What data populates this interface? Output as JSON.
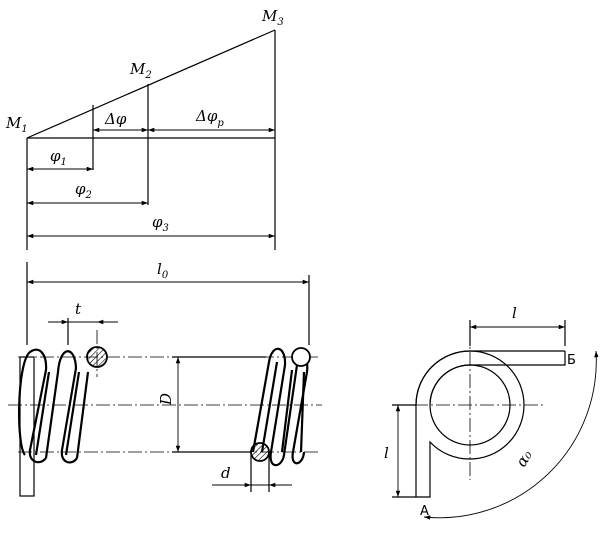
{
  "diagram": {
    "moment_labels": {
      "m1": {
        "main": "M",
        "sub": "1"
      },
      "m2": {
        "main": "M",
        "sub": "2"
      },
      "m3": {
        "main": "M",
        "sub": "3"
      }
    },
    "angle_labels": {
      "delta_phi": "Δφ",
      "delta_phi_p": {
        "main": "Δφ",
        "sub": "p"
      },
      "phi1": {
        "main": "φ",
        "sub": "1"
      },
      "phi2": {
        "main": "φ",
        "sub": "2"
      },
      "phi3": {
        "main": "φ",
        "sub": "3"
      }
    },
    "spring_labels": {
      "l0": {
        "main": "l",
        "sub": "0"
      },
      "pitch": "t",
      "coil_diameter": "D",
      "wire_diameter": "d"
    },
    "end_view_labels": {
      "arm_length_top": "l",
      "arm_length_side": "l",
      "point_a": "A",
      "point_b": "Б",
      "angle": "α₀"
    }
  }
}
